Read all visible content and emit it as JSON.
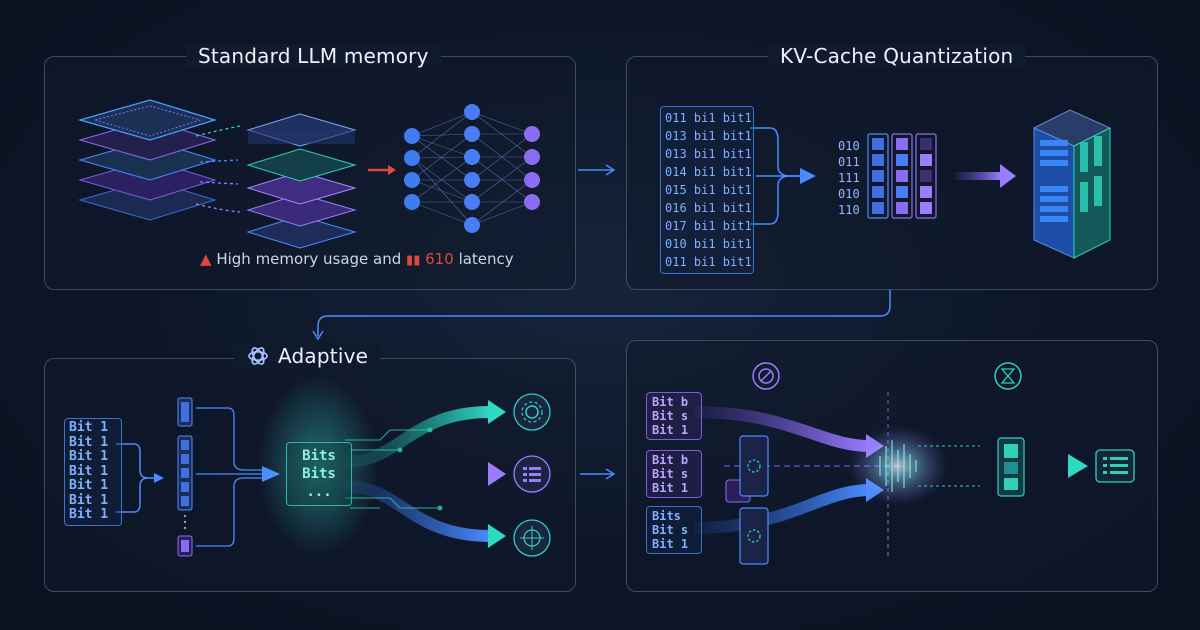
{
  "panels": {
    "standard": {
      "title": "Standard LLM memory",
      "warning": "High memory usage and",
      "latency_value": "610",
      "latency_label": "latency"
    },
    "kvcache": {
      "title": "KV-Cache Quantization",
      "bit_rows": [
        "011 bi1 bit1",
        "013 bi1 bit1",
        "013 bi1 bit1",
        "014 bi1 bit1",
        "015 bi1 bit1",
        "016 bi1 bit1",
        "017 bi1 bit1",
        "010 bi1 bit1",
        "011 bi1 bit1"
      ],
      "codes": [
        "010",
        "011",
        "111",
        "010",
        "110"
      ]
    },
    "adaptive": {
      "title": "Adaptive",
      "bit_rows": [
        "Bit 1",
        "Bit 1",
        "Bit 1",
        "Bit 1",
        "Bit 1",
        "Bit 1",
        "Bit 1"
      ],
      "bits_box": [
        "Bits",
        "Bits",
        "..."
      ]
    },
    "routing": {
      "groups": [
        [
          "Bit b",
          "Bit s",
          "Bit 1"
        ],
        [
          "Bit b",
          "Bit s",
          "Bit 1"
        ],
        [
          "Bits",
          "Bit s",
          "Bit 1"
        ]
      ]
    }
  },
  "colors": {
    "accent_blue": "#4a8cff",
    "accent_purple": "#8b6cf0",
    "accent_teal": "#2fd0b8",
    "warning_red": "#e2473e"
  }
}
